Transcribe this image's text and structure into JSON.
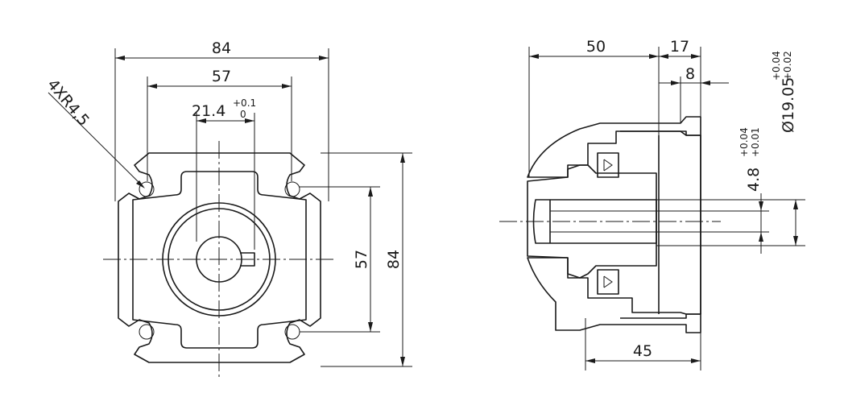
{
  "front_view": {
    "overall_width": "84",
    "hole_spacing_width": "57",
    "bore_width": "21.4",
    "bore_tol_upper": "+0.1",
    "bore_tol_lower": "0",
    "corner_radius_note": "4XR4,5",
    "hole_spacing_height": "57",
    "overall_height": "84"
  },
  "side_view": {
    "length_a": "50",
    "length_b": "17",
    "length_c": "8",
    "key_dim": "4.8",
    "key_tol_upper": "+0.04",
    "key_tol_lower": "+0.01",
    "shaft_dia": "Ø19.05",
    "shaft_tol_upper": "+0.04",
    "shaft_tol_lower": "+0.02",
    "length_d": "45"
  }
}
